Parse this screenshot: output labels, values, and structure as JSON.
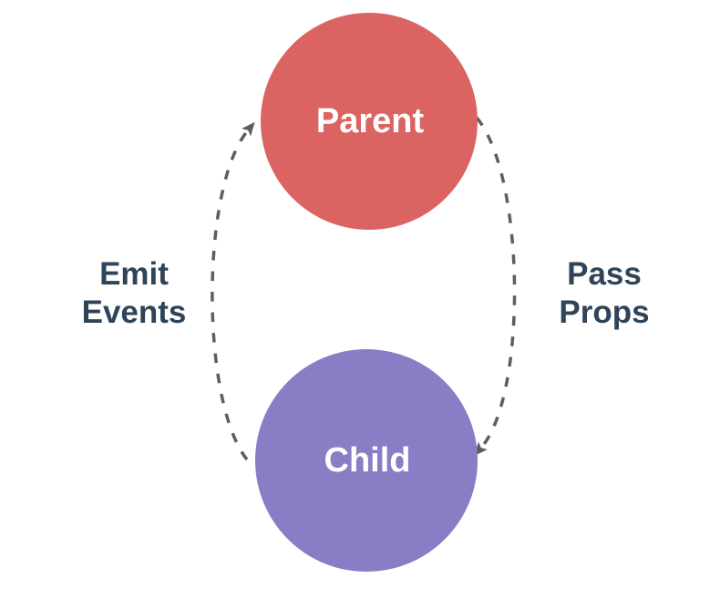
{
  "diagram": {
    "type": "component-communication-cycle",
    "background": "#FFFFFF",
    "nodes": {
      "parent": {
        "label": "Parent",
        "fill": "#DB6361",
        "label_color": "#FFFFFF"
      },
      "child": {
        "label": "Child",
        "fill": "#8B7DC5",
        "label_color": "#FFFFFF"
      }
    },
    "edges": {
      "emit_events": {
        "label_line1": "Emit",
        "label_line2": "Events",
        "from": "Child",
        "to": "Parent",
        "side": "left",
        "style": "dashed"
      },
      "pass_props": {
        "label_line1": "Pass",
        "label_line2": "Props",
        "from": "Parent",
        "to": "Child",
        "side": "right",
        "style": "dashed"
      }
    },
    "colors": {
      "edge_label_text": "#2E4458",
      "arrow": "#5E5E5E"
    }
  }
}
